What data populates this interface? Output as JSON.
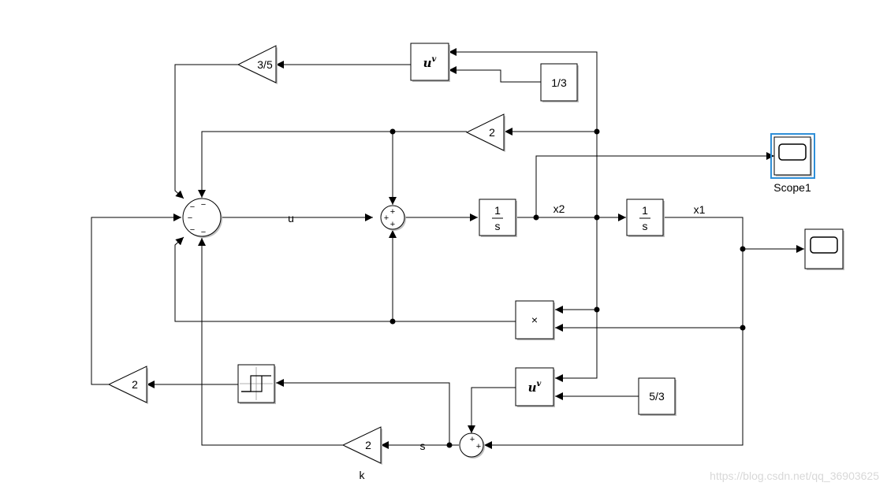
{
  "gains": {
    "top_gain": "3/5",
    "feedback_gain": "2",
    "relay_gain": "2",
    "k_gain": "2"
  },
  "constants": {
    "exp_top": "1/3",
    "exp_bottom": "5/3"
  },
  "math": {
    "pow_base": "u",
    "pow_exp": "v",
    "product_symbol": "×"
  },
  "integrators": {
    "numerator": "1",
    "denominator": "s"
  },
  "sum_signs": {
    "plus": "+",
    "minus": "−"
  },
  "signals": {
    "u": "u",
    "x2": "x2",
    "x1": "x1",
    "s": "s",
    "k": "k"
  },
  "scopes": {
    "scope1_label": "Scope1"
  },
  "colors": {
    "line": "#000000",
    "block_shadow": "#bfbfbf",
    "selected": "#2f8fd8",
    "watermark": "#d8d8d8"
  },
  "watermark": "https://blog.csdn.net/qq_36903625"
}
